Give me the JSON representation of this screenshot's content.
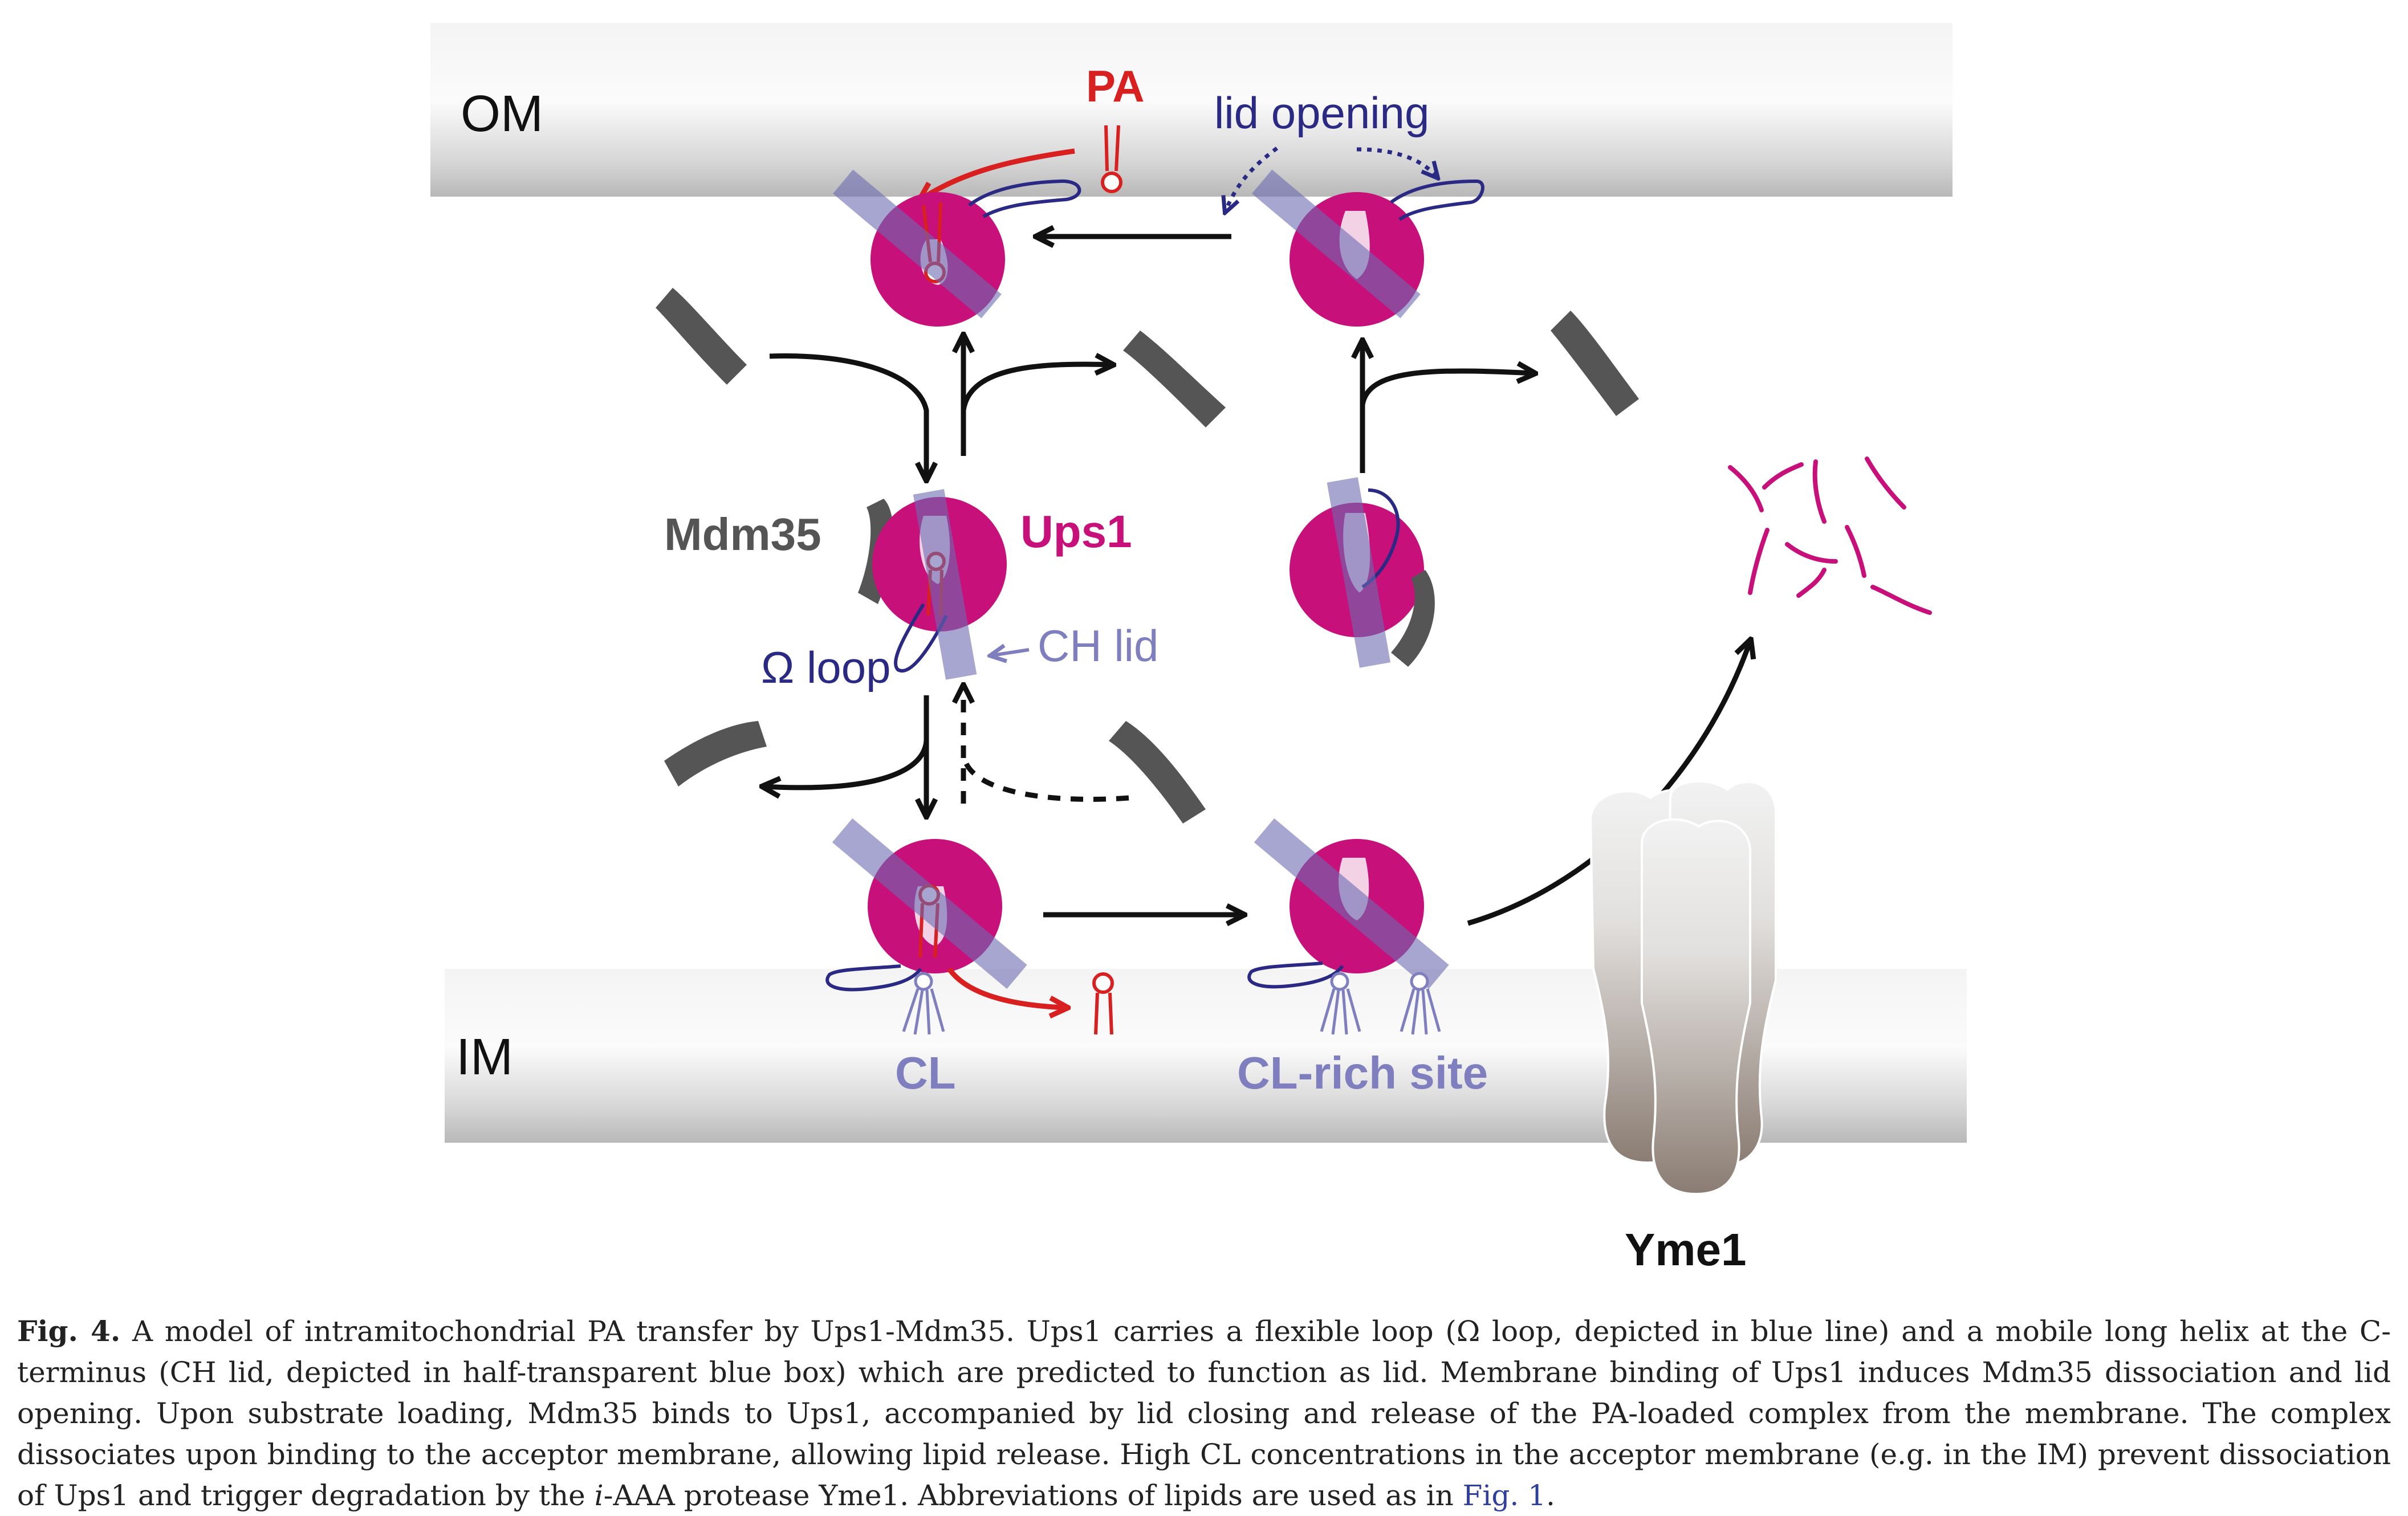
{
  "labels": {
    "om": "OM",
    "im": "IM",
    "pa": "PA",
    "lid_opening": "lid opening",
    "mdm35": "Mdm35",
    "ups1": "Ups1",
    "omega_loop": "Ω loop",
    "ch_lid": "CH lid",
    "cl": "CL",
    "cl_rich_site": "CL-rich site",
    "yme1": "Yme1"
  },
  "colors": {
    "ups1": "#c8107a",
    "pa": "#d82020",
    "lid": "#2a2a85",
    "ch_lid": "#8b8bc7",
    "mdm35": "#555555",
    "membrane": "#dcdcdc",
    "cl_text": "#7f7fbf",
    "yme1": "#9a8c82",
    "fragments": "#c8107a"
  },
  "caption": {
    "label": "Fig. 4.",
    "part1": " A model of intramitochondrial PA transfer by Ups1-Mdm35. Ups1 carries a flexible loop (Ω loop, depicted in blue line) and a mobile long helix at the C-terminus (CH lid, depicted in half-transparent blue box) which are predicted to function as lid. Membrane binding of Ups1 induces Mdm35 dissociation and lid opening. Upon substrate loading, Mdm35 binds to Ups1, accompanied by lid closing and release of the PA-loaded complex from the membrane. The complex dissociates upon binding to the acceptor membrane, allowing lipid release. High CL concentrations in the acceptor membrane (e.g. in the IM) prevent dissociation of Ups1 and trigger degradation by the ",
    "italic": "i",
    "part2": "-AAA protease Yme1. Abbreviations of lipids are used as in ",
    "ref": "Fig. 1",
    "end": "."
  }
}
